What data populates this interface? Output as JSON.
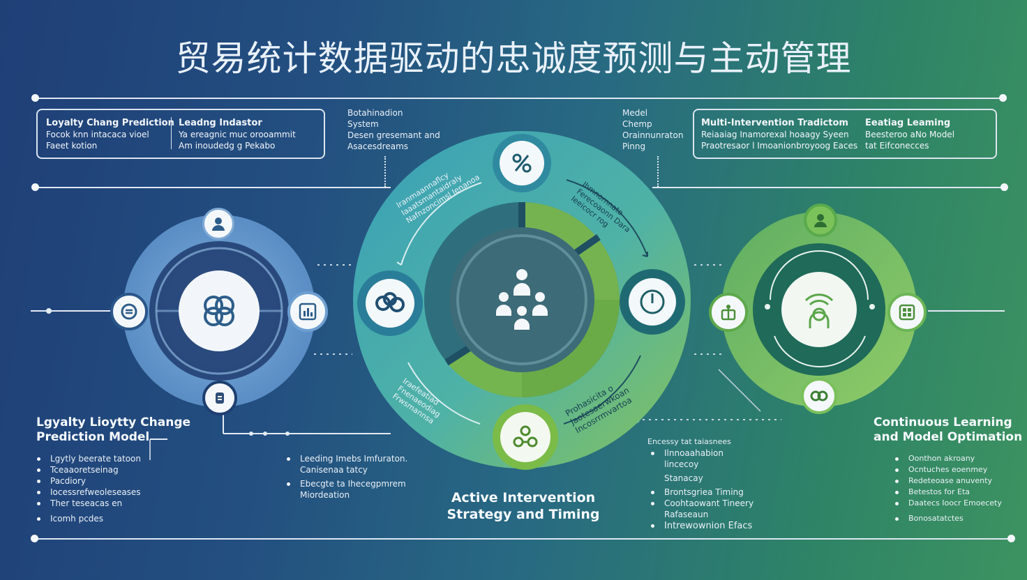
{
  "title": "贸易统计数据驱动的忠诚度预测与主动管理",
  "top_left_box": {
    "col1": [
      "Loyalty Chang Prediction",
      "Focok knn intacaca vioel",
      "Faeet kotion"
    ],
    "col2": [
      "Leadng Indastor",
      "Ya ereagnic muc orooammit",
      "Am inoudedg g Pekabo"
    ]
  },
  "top_center_left": [
    "Botahinadion",
    "System",
    "Desen gresemant and",
    "Asacesdreams"
  ],
  "top_center_right": [
    "Medel",
    "Chemp",
    "Orainnunraton",
    "Pinng"
  ],
  "top_right_box": {
    "col1": [
      "Multi-Intervention Tradictom",
      "Reiaaiag Inamorexal hoaagy Syeen",
      "Praotresaor l Imoanionbroyoog Eaces"
    ],
    "col2": [
      "Eeatiag Leaming",
      "Beesteroo aNo Model",
      "tat Eifconecces"
    ]
  },
  "center_arc_top_left": [
    "lranmaannaflcy",
    "Iaaatsmantaidraly",
    "Nafnzoncimsl Ienanoa"
  ],
  "center_arc_top_right": [
    "Ihmnornnato",
    "Ferecoaonn Dara",
    "Ieeicocr rog"
  ],
  "center_arc_bottom_left": [
    "Iraefeatiad",
    "Fnenaeodiag",
    "Frwsmannsa"
  ],
  "center_arc_bottom_right": [
    "Prohasicita o",
    "Jaotesaerwkoan",
    "Incosrrmvartoa"
  ],
  "left_section": {
    "heading": [
      "Lgyalty Lioytty Change",
      "Prediction Model"
    ],
    "bullets": [
      "Lgytly beerate tatoon",
      "Tceaaoretseinag",
      "Pacdiory",
      "Iocessrefweoleseases",
      "Ther teseacas en",
      "Icomh pcdes"
    ]
  },
  "center_left_list": {
    "items": [
      [
        "Leeding Imebs Imfuraton.",
        "Canisenaa tatcy"
      ],
      [
        "Ebecgte ta Ihecegpmrem",
        "Miordeation"
      ]
    ]
  },
  "center_section": {
    "heading": [
      "Active Intervention",
      "Strategy and Timing"
    ]
  },
  "center_right_list": {
    "header": "Encessy tat taiasnees",
    "items": [
      [
        "Ilnnoaahabion",
        "lincecoy",
        "Stanacay"
      ],
      [
        "Brontsgriea Timing"
      ],
      [
        "Coohtaowant Tineery",
        "Rafaseaun"
      ],
      [
        "Intrewownion Efacs"
      ]
    ]
  },
  "right_section": {
    "heading": [
      "Continuous Learning",
      "and Model Optimation"
    ],
    "bullets": [
      "Oonthon akroany",
      "Ocntuches eoenmey",
      "Redeteoase anuventy",
      "Betestos for Eta",
      "Daatecs Ioocr Emoecety",
      "Bonosatatctes"
    ]
  },
  "icons": {
    "center_top": "percent-icon",
    "center_left": "network-icon",
    "center_right": "timer-icon",
    "center_bottom": "link-icon",
    "center_core": "people-group-icon",
    "left_top": "user-icon",
    "left_left": "dollar-cycle-icon",
    "left_right": "chart-icon",
    "left_bottom": "document-icon",
    "left_core": "knot-icon",
    "right_top": "user-icon",
    "right_left": "gift-icon",
    "right_right": "grid-icon",
    "right_bottom": "link-icon",
    "right_core": "head-signal-icon"
  },
  "colors": {
    "left_ring": "#5b8fc6",
    "center_teal": "#3d9fb0",
    "center_green": "#7fbf4c",
    "right_green": "#72b655"
  }
}
